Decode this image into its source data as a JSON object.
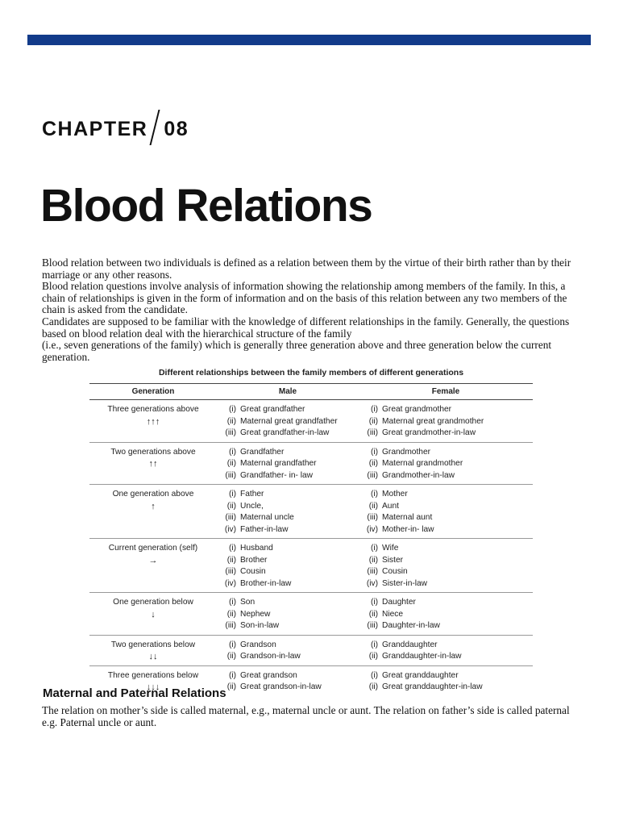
{
  "header": {
    "chapter_word": "CHAPTER",
    "chapter_number": "08"
  },
  "title": "Blood Relations",
  "intro": [
    "Blood relation between two individuals is defined as a relation between them by the virtue of their birth rather than by their marriage or any other reasons.",
    "Blood relation questions involve analysis of information showing the relationship among members of the family. In this, a chain of relationships is given in the form of information and on the basis of this relation between any two members of the chain is asked from the candidate.",
    "Candidates are supposed to be familiar with the knowledge of different relationships in the family. Generally, the questions based on blood relation deal with the hierarchical structure of the family",
    "(i.e., seven  generations of the family) which is generally three generation above and three generation below the current generation."
  ],
  "table": {
    "caption": "Different relationships between the family members of different generations",
    "headers": {
      "generation": "Generation",
      "male": "Male",
      "female": "Female"
    },
    "rows": [
      {
        "generation": "Three generations above",
        "arrow": "↑↑↑",
        "male": [
          [
            "(i)",
            "Great grandfather"
          ],
          [
            "(ii)",
            "Maternal great grandfather"
          ],
          [
            "(iii)",
            "Great grandfather-in-law"
          ]
        ],
        "female": [
          [
            "(i)",
            "Great grandmother"
          ],
          [
            "(ii)",
            "Maternal great grandmother"
          ],
          [
            "(iii)",
            "Great grandmother-in-law"
          ]
        ]
      },
      {
        "generation": "Two generations above",
        "arrow": "↑↑",
        "male": [
          [
            "(i)",
            "Grandfather"
          ],
          [
            "(ii)",
            "Maternal grandfather"
          ],
          [
            "(iii)",
            "Grandfather- in- law"
          ]
        ],
        "female": [
          [
            "(i)",
            "Grandmother"
          ],
          [
            "(ii)",
            "Maternal grandmother"
          ],
          [
            "(iii)",
            "Grandmother-in-law"
          ]
        ]
      },
      {
        "generation": "One generation above",
        "arrow": "↑",
        "male": [
          [
            "(i)",
            "Father"
          ],
          [
            "(ii)",
            "Uncle,"
          ],
          [
            "(iii)",
            "Maternal uncle"
          ],
          [
            "(iv)",
            "Father-in-law"
          ]
        ],
        "female": [
          [
            "(i)",
            "Mother"
          ],
          [
            "(ii)",
            "Aunt"
          ],
          [
            "(iii)",
            "Maternal aunt"
          ],
          [
            "(iv)",
            "Mother-in- law"
          ]
        ]
      },
      {
        "generation": "Current generation (self)",
        "arrow": "→",
        "male": [
          [
            "(i)",
            "Husband"
          ],
          [
            "(ii)",
            "Brother"
          ],
          [
            "(iii)",
            "Cousin"
          ],
          [
            "(iv)",
            "Brother-in-law"
          ]
        ],
        "female": [
          [
            "(i)",
            "Wife"
          ],
          [
            "(ii)",
            "Sister"
          ],
          [
            "(iii)",
            "Cousin"
          ],
          [
            "(iv)",
            "Sister-in-law"
          ]
        ]
      },
      {
        "generation": "One generation below",
        "arrow": "↓",
        "male": [
          [
            "(i)",
            "Son"
          ],
          [
            "(ii)",
            "Nephew"
          ],
          [
            "(iii)",
            "Son-in-law"
          ]
        ],
        "female": [
          [
            "(i)",
            "Daughter"
          ],
          [
            "(ii)",
            "Niece"
          ],
          [
            "(iii)",
            "Daughter-in-law"
          ]
        ]
      },
      {
        "generation": "Two generations below",
        "arrow": "↓↓",
        "male": [
          [
            "(i)",
            "Grandson"
          ],
          [
            "(ii)",
            "Grandson-in-law"
          ]
        ],
        "female": [
          [
            "(i)",
            "Granddaughter"
          ],
          [
            "(ii)",
            "Granddaughter-in-law"
          ]
        ]
      },
      {
        "generation": "Three generations below",
        "arrow": "↓↓↓",
        "male": [
          [
            "(i)",
            "Great grandson"
          ],
          [
            "(ii)",
            "Great grandson-in-law"
          ]
        ],
        "female": [
          [
            "(i)",
            "Great granddaughter"
          ],
          [
            "(ii)",
            "Great granddaughter-in-law"
          ]
        ]
      }
    ]
  },
  "section": {
    "heading": "Maternal and Paternal Relations",
    "text": "The relation on mother’s side is called maternal, e.g., maternal uncle or aunt. The relation on father’s side is called paternal e.g. Paternal uncle or aunt."
  }
}
